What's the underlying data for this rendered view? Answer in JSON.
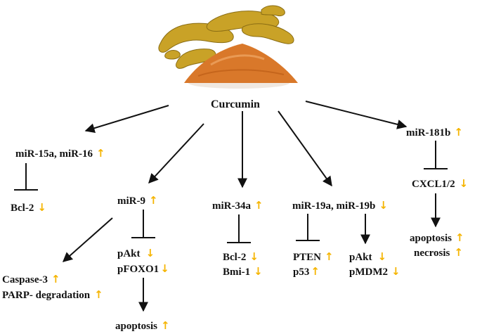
{
  "title": "Curcumin",
  "colors": {
    "arrow_indicator": "#F5B400",
    "line": "#111111",
    "turmeric_root": "#C9A227",
    "turmeric_powder": "#D9782A"
  },
  "icons": {
    "up": "↑",
    "down": "↓"
  },
  "nodes": {
    "mir15": "miR-15a, miR-16",
    "bcl2_a": "Bcl-2",
    "mir9": "miR-9",
    "caspase3": "Caspase-3",
    "parp": "PARP- degradation",
    "pakt_a": "pAkt",
    "pfoxo1": "pFOXO1",
    "apoptosis_a": "apoptosis",
    "mir34a": "miR-34a",
    "bcl2_b": "Bcl-2",
    "bmi1": "Bmi-1",
    "mir19": "miR-19a, miR-19b",
    "pten": "PTEN",
    "p53": "p53",
    "pakt_b": "pAkt",
    "pmdm2": "pMDM2",
    "mir181b": "miR-181b",
    "cxcl": "CXCL1/2",
    "apoptosis_b": "apoptosis",
    "necrosis": "necrosis"
  }
}
